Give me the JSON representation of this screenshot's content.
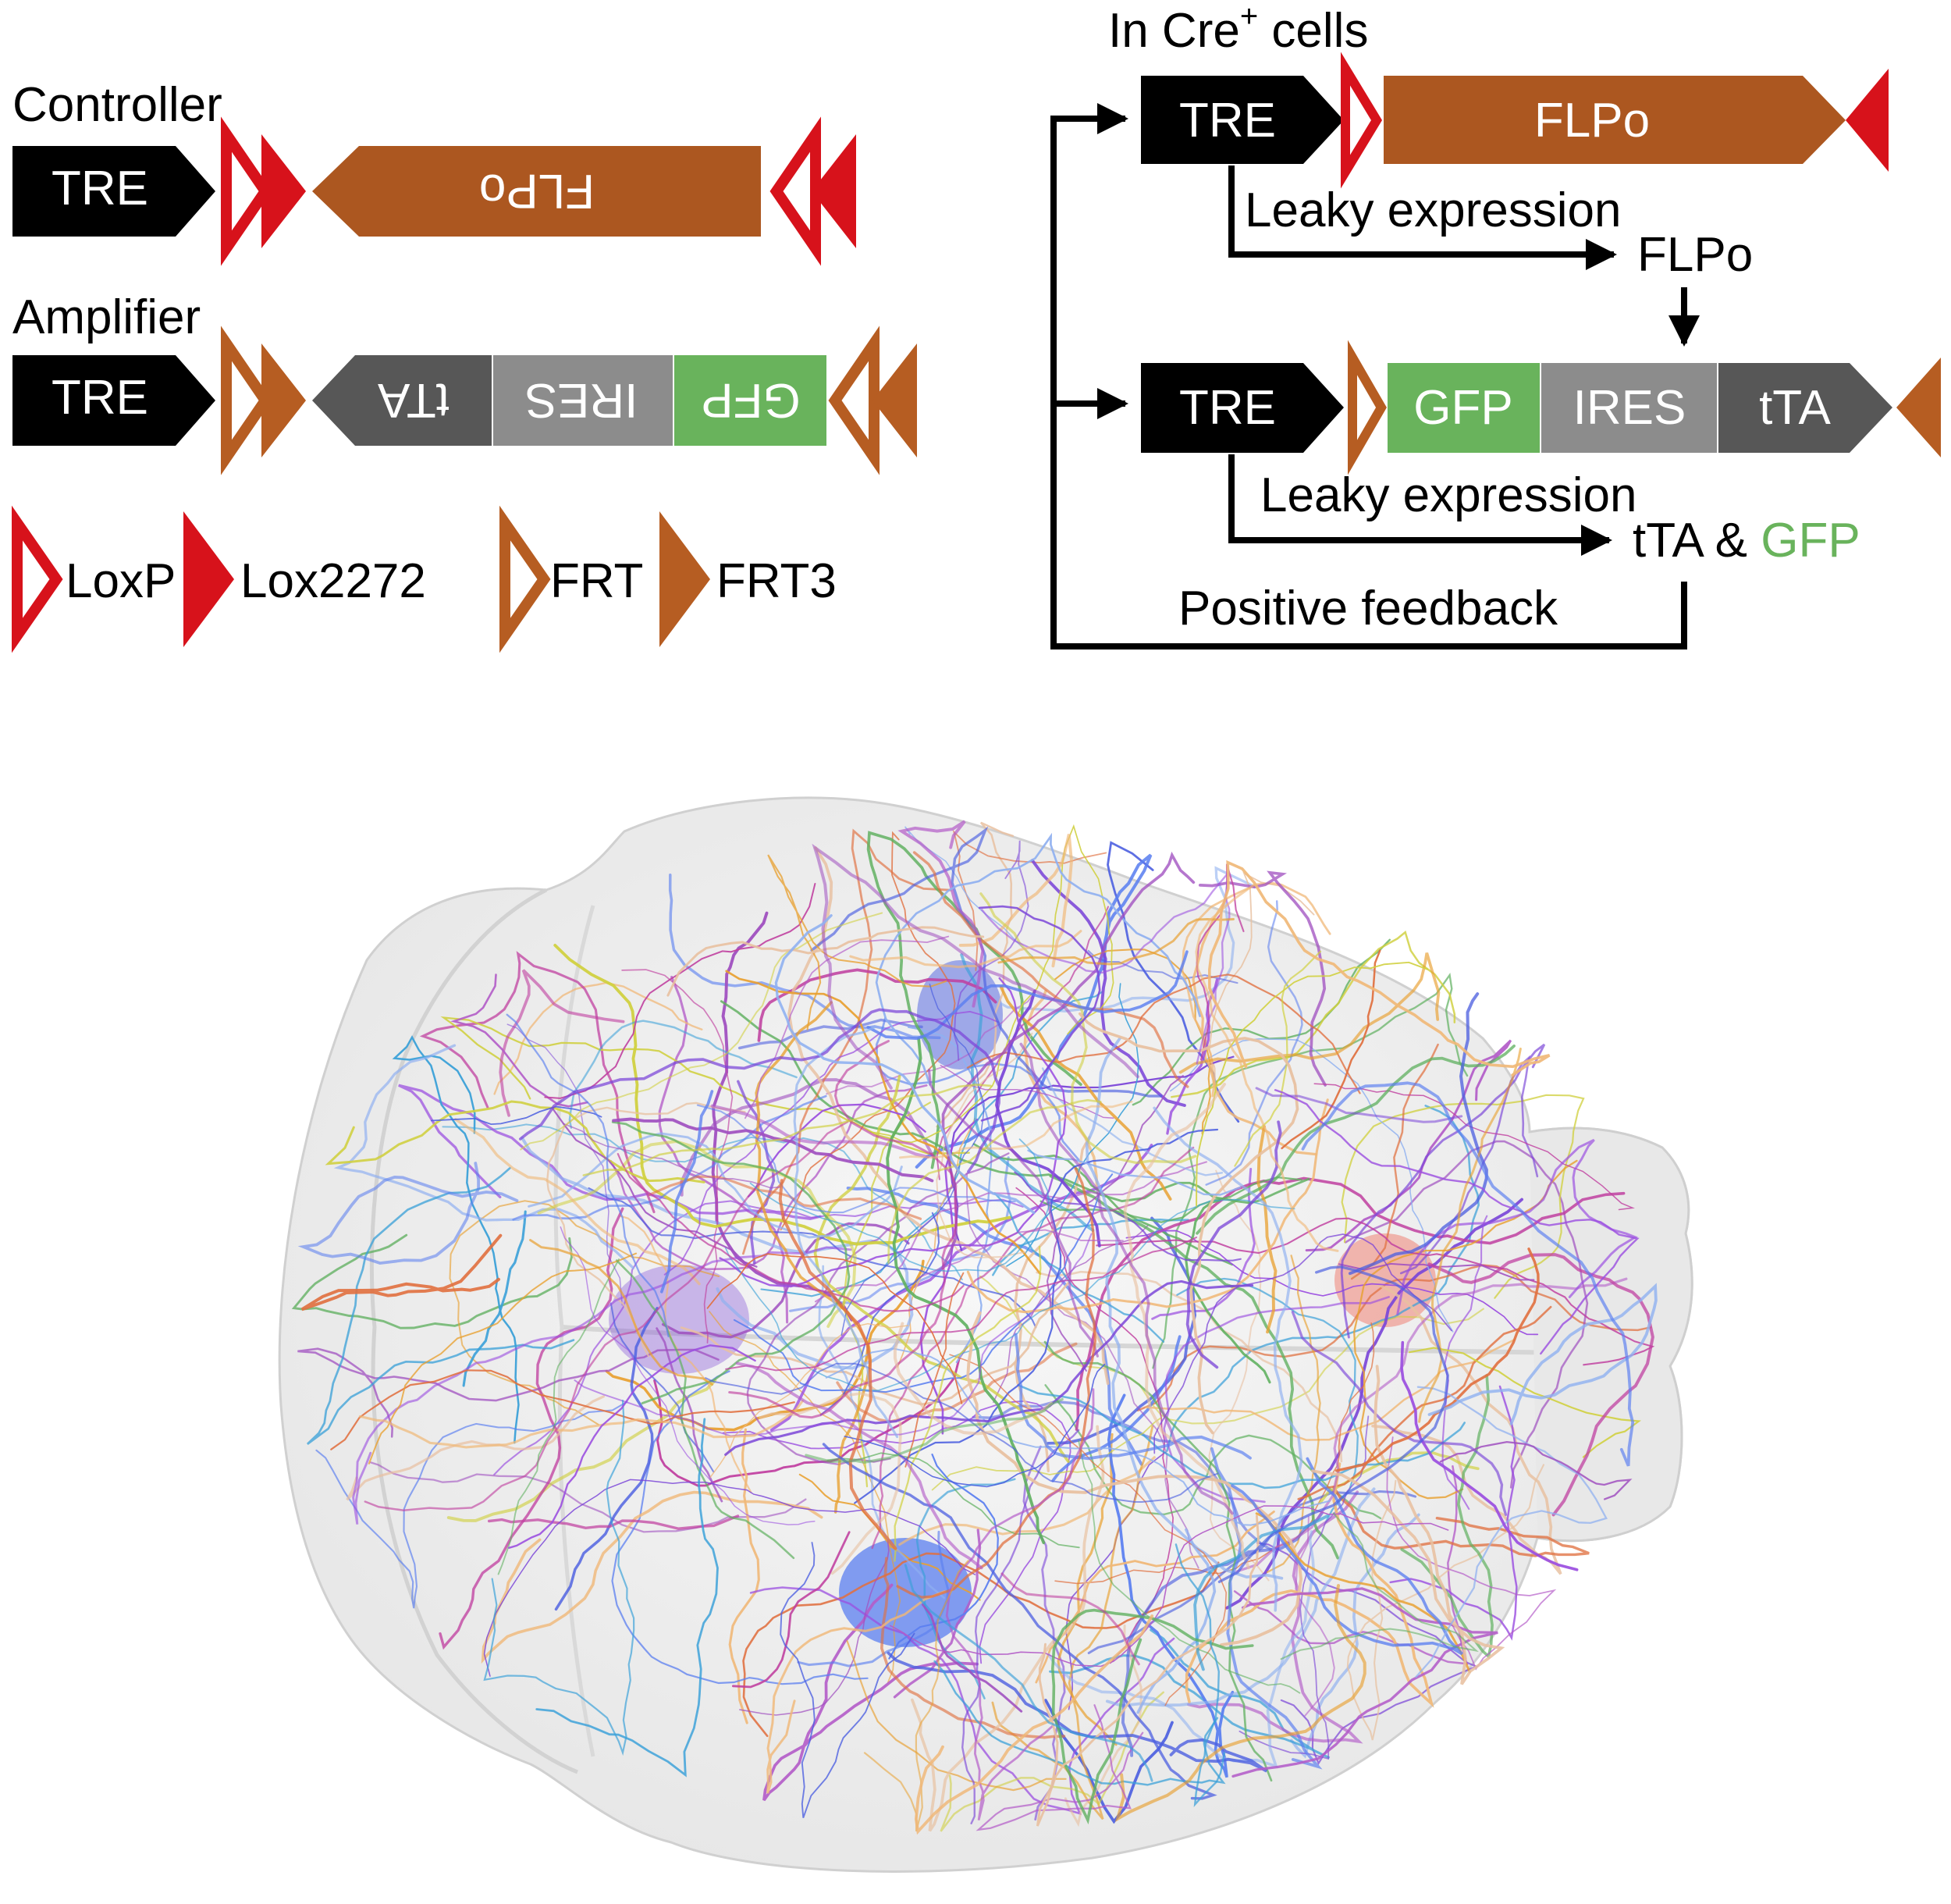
{
  "colors": {
    "black": "#000000",
    "flpo_brown": "#ac5720",
    "frt_brown": "#b65d22",
    "lox_red": "#d7121b",
    "tta_gray": "#575757",
    "ires_gray": "#8c8c8c",
    "gfp_green": "#69b35c",
    "brain_fill": "#ececec"
  },
  "left": {
    "controller": {
      "title": "Controller",
      "tre": "TRE",
      "gene": "FLPo",
      "icons": [
        "loxp-icon",
        "lox2272-icon"
      ]
    },
    "amplifier": {
      "title": "Amplifier",
      "tre": "TRE",
      "genes": [
        "tTA",
        "IRES",
        "GFP"
      ],
      "icons": [
        "frt-icon",
        "frt3-icon"
      ]
    },
    "legend": [
      {
        "icon": "loxp-icon",
        "label": "LoxP"
      },
      {
        "icon": "lox2272-icon",
        "label": "Lox2272"
      },
      {
        "icon": "frt-icon",
        "label": "FRT"
      },
      {
        "icon": "frt3-icon",
        "label": "FRT3"
      }
    ]
  },
  "right": {
    "title_prefix": "In Cre",
    "title_sup": "+",
    "title_suffix": " cells",
    "row1": {
      "tre": "TRE",
      "gene": "FLPo"
    },
    "leaky1": "Leaky expression",
    "flpo_product": "FLPo",
    "row2": {
      "tre": "TRE",
      "genes": [
        "GFP",
        "IRES",
        "tTA"
      ]
    },
    "leaky2": "Leaky expression",
    "product_a": "tTA",
    "product_amp": " & ",
    "product_b": "GFP",
    "feedback": "Positive feedback"
  },
  "brain": {
    "neuron_colors": [
      "#7b46d8",
      "#9b4fe0",
      "#b35cc8",
      "#4c5fe0",
      "#5b7ff0",
      "#3aa0d8",
      "#e8a030",
      "#f0b878",
      "#e07040",
      "#a050c0",
      "#d0d040",
      "#8fb0f0",
      "#c040a0",
      "#e8c0a0",
      "#60b060"
    ]
  }
}
